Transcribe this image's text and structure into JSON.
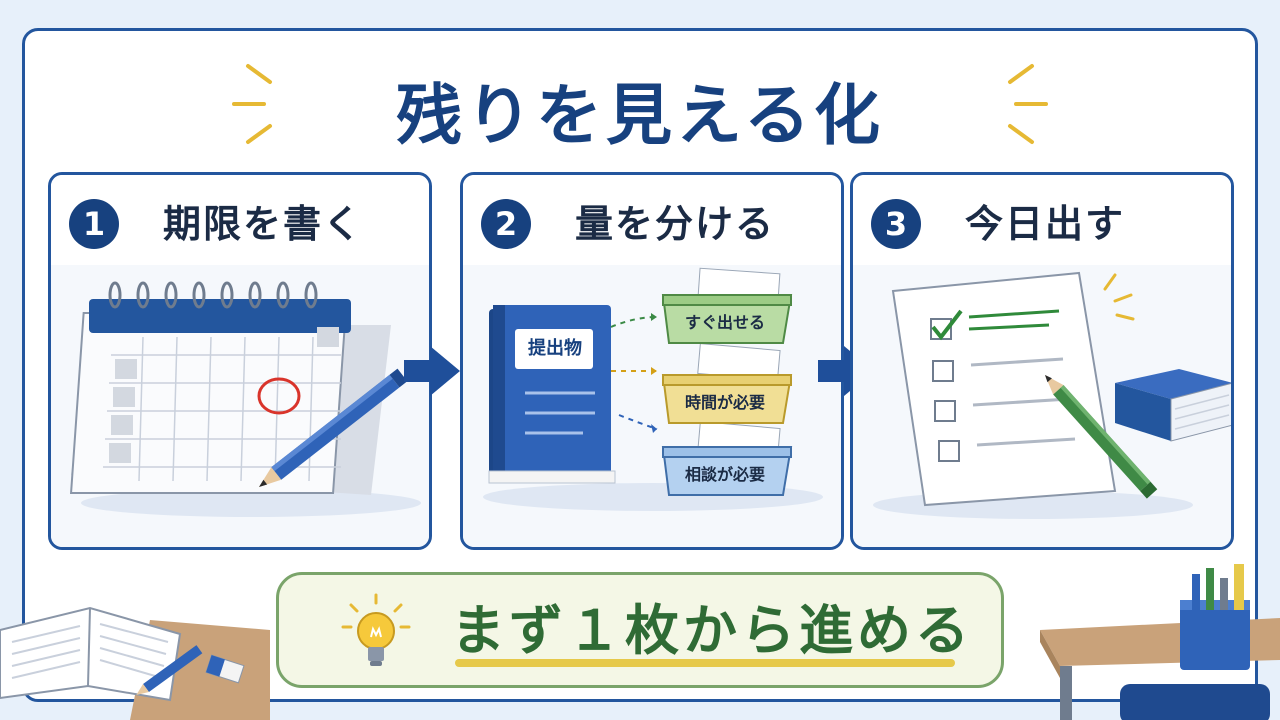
{
  "title": "残りを見える化",
  "steps": [
    {
      "number": "1",
      "title": "期限を書く"
    },
    {
      "number": "2",
      "title": "量を分ける"
    },
    {
      "number": "3",
      "title": "今日出す"
    }
  ],
  "step2_items": {
    "notebook_label": "提出物",
    "tray_labels": [
      "すぐ出せる",
      "時間が必要",
      "相談が必要"
    ]
  },
  "banner": "まず１枚から進める",
  "colors": {
    "primary": "#17417f",
    "accent_yellow": "#e6c94a",
    "green": "#2f6b35",
    "red_circle": "#d9342b"
  },
  "icons": [
    "calendar-icon",
    "pencil-icon",
    "notebook-icon",
    "tray-icon",
    "checklist-icon",
    "book-icon",
    "lightbulb-icon",
    "arrow-right-icon"
  ]
}
